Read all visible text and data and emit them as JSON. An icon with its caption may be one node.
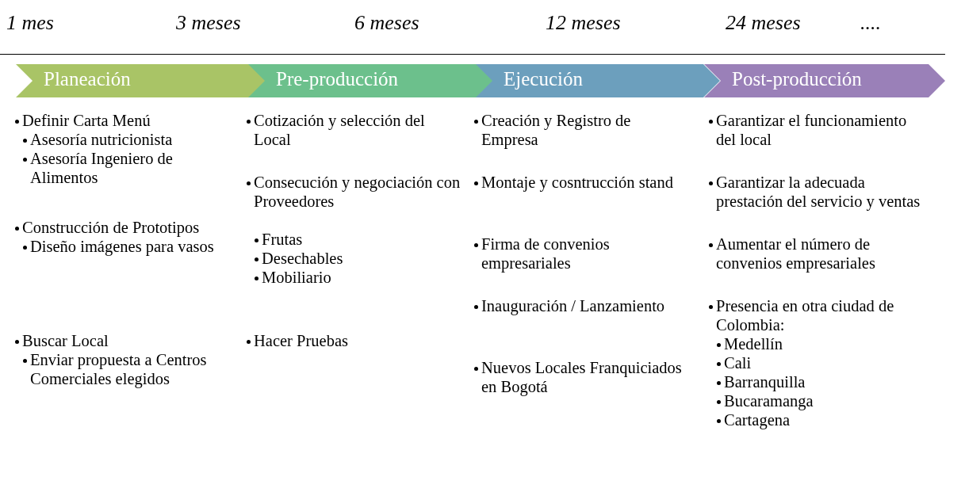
{
  "diagram": {
    "nodes": [
      {
        "text": [
          "Planeación"
        ]
      },
      {
        "text": [
          "Pre-producción"
        ]
      },
      {
        "text": [
          "Ejecución"
        ]
      },
      {
        "text": [
          "Post-producción"
        ]
      }
    ],
    "labels": [
      "1 mes",
      "3 meses",
      "6 meses",
      "12 meses",
      "24 meses",
      "....",
      "Definir Carta Menú",
      "Asesoría nutricionista",
      "Asesoría Ingeniero de Alimentos",
      "Construcción de Prototipos",
      "Diseño imágenes para vasos",
      "Buscar Local",
      "Enviar propuesta a Centros Comerciales elegidos",
      "Cotización y selección del Local",
      "Consecución y negociación con Proveedores",
      "Frutas",
      "Desechables",
      "Mobiliario",
      "Hacer Pruebas",
      "Creación y Registro de Empresa",
      "Montaje y cosntrucción stand",
      "Firma de convenios empresariales",
      "Inauguración / Lanzamiento",
      "Nuevos Locales Franquiciados en Bogotá",
      "Garantizar el funcionamiento del local",
      "Garantizar la adecuada prestación del servicio y ventas",
      "Aumentar el número de convenios empresariales",
      "Presencia en otra ciudad de Colombia:",
      "Medellín",
      "Cali",
      "Barranquilla",
      "Bucaramanga",
      "Cartagena"
    ]
  }
}
